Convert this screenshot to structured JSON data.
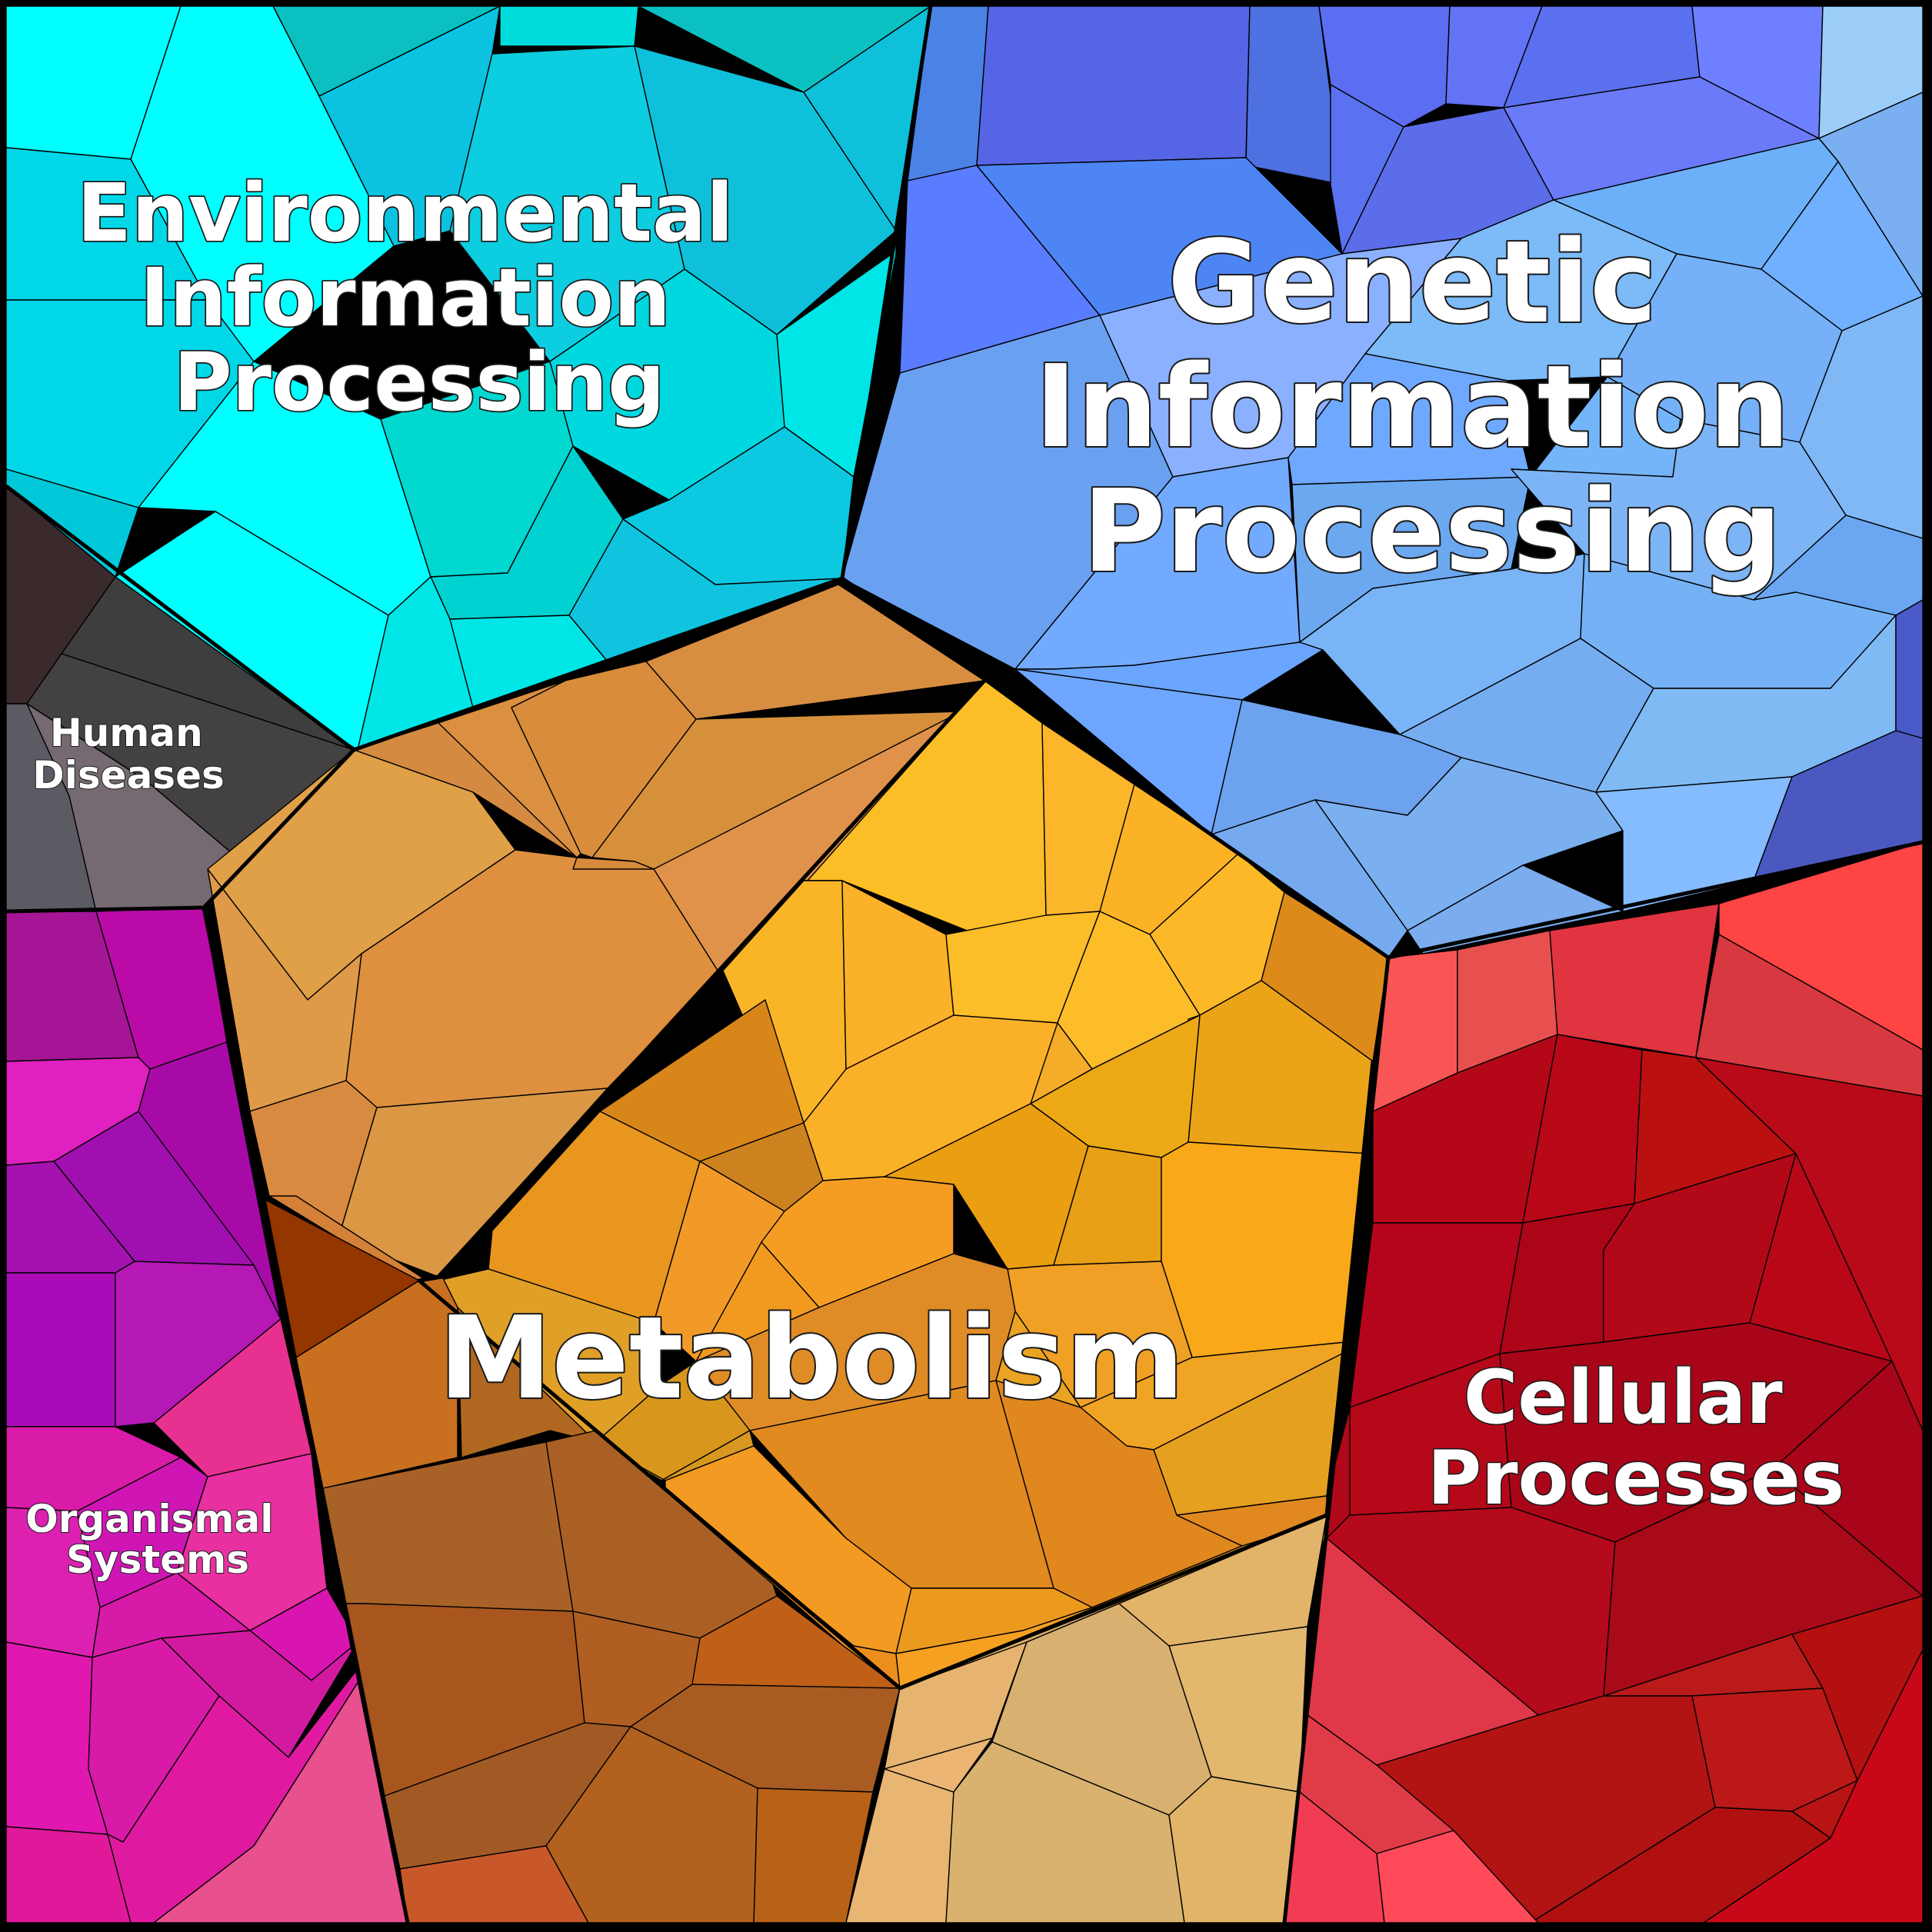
{
  "regions": [
    {
      "key": "environmental",
      "lines": [
        "Environmental",
        "Information",
        "Processing"
      ],
      "color": "#0fc6da"
    },
    {
      "key": "genetic",
      "lines": [
        "Genetic",
        "Information",
        "Processing"
      ],
      "color": "#6f9ef5"
    },
    {
      "key": "human",
      "lines": [
        "Human",
        "Diseases"
      ],
      "color": "#4a4446"
    },
    {
      "key": "organismal",
      "lines": [
        "Organismal",
        "Systems"
      ],
      "color": "#d21aa8"
    },
    {
      "key": "metabolism",
      "lines": [
        "Metabolism"
      ],
      "color": "#f0a526"
    },
    {
      "key": "cellular",
      "lines": [
        "Cellular",
        "Processes"
      ],
      "color": "#b8071b"
    }
  ]
}
